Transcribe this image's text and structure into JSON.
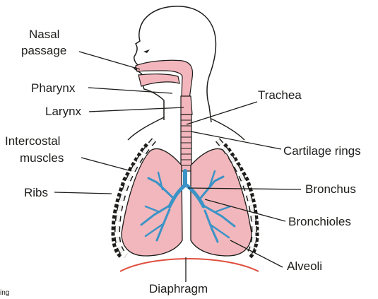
{
  "labels": {
    "nasal_line1": "Nasal",
    "nasal_line2": "passage",
    "pharynx": "Pharynx",
    "larynx": "Larynx",
    "trachea": "Trachea",
    "intercostal_line1": "Intercostal",
    "intercostal_line2": "muscles",
    "cartilage_rings": "Cartilage rings",
    "ribs": "Ribs",
    "bronchus": "Bronchus",
    "bronchioles": "Bronchioles",
    "alveoli": "Alveoli",
    "diaphragm": "Diaphragm",
    "corner_fragment": "ing"
  },
  "colors": {
    "outline": "#1d1d1b",
    "airway_pink": "#f4b6bd",
    "lung_pink": "#f2b7bc",
    "bronchiole_blue": "#3b93c6",
    "diaphragm_red": "#e0503f",
    "muscle_dark": "#1d1d1b",
    "rib_light": "#f3f3f3"
  }
}
